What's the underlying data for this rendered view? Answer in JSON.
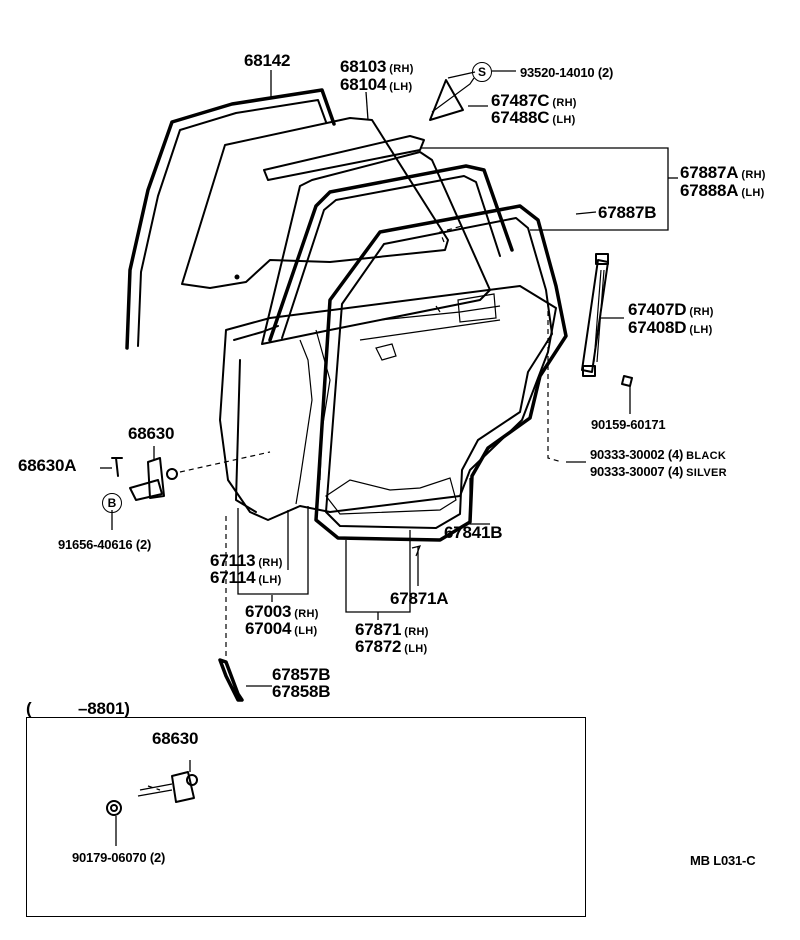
{
  "parts": {
    "p68142": {
      "num": "68142"
    },
    "p68103": {
      "num": "68103",
      "side": "(RH)"
    },
    "p68104": {
      "num": "68104",
      "side": "(LH)"
    },
    "p93520": {
      "num": "93520-14010",
      "qty": "(2)",
      "marker": "S"
    },
    "p67487C": {
      "num": "67487C",
      "side": "(RH)"
    },
    "p67488C": {
      "num": "67488C",
      "side": "(LH)"
    },
    "p67887A": {
      "num": "67887A",
      "side": "(RH)"
    },
    "p67888A": {
      "num": "67888A",
      "side": "(LH)"
    },
    "p67887B": {
      "num": "67887B"
    },
    "p67407D": {
      "num": "67407D",
      "side": "(RH)"
    },
    "p67408D": {
      "num": "67408D",
      "side": "(LH)"
    },
    "p90159": {
      "num": "90159-60171"
    },
    "p90333a": {
      "num": "90333-30002",
      "qty": "(4)",
      "note": "BLACK"
    },
    "p90333b": {
      "num": "90333-30007",
      "qty": "(4)",
      "note": "SILVER"
    },
    "p68630": {
      "num": "68630"
    },
    "p68630A": {
      "num": "68630A"
    },
    "p91656": {
      "num": "91656-40616",
      "qty": "(2)",
      "marker": "B"
    },
    "p67841B": {
      "num": "67841B"
    },
    "p67113": {
      "num": "67113",
      "side": "(RH)"
    },
    "p67114": {
      "num": "67114",
      "side": "(LH)"
    },
    "p67003": {
      "num": "67003",
      "side": "(RH)"
    },
    "p67004": {
      "num": "67004",
      "side": "(LH)"
    },
    "p67871A": {
      "num": "67871A"
    },
    "p67871": {
      "num": "67871",
      "side": "(RH)"
    },
    "p67872": {
      "num": "67872",
      "side": "(LH)"
    },
    "p67857B": {
      "num": "67857B"
    },
    "p67858B": {
      "num": "67858B"
    }
  },
  "inset": {
    "range_open": "(",
    "range_end": "–8801)",
    "hinge": {
      "num": "68630"
    },
    "nut": {
      "num": "90179-06070",
      "qty": "(2)"
    }
  },
  "figure_code": "MB  L031-C"
}
